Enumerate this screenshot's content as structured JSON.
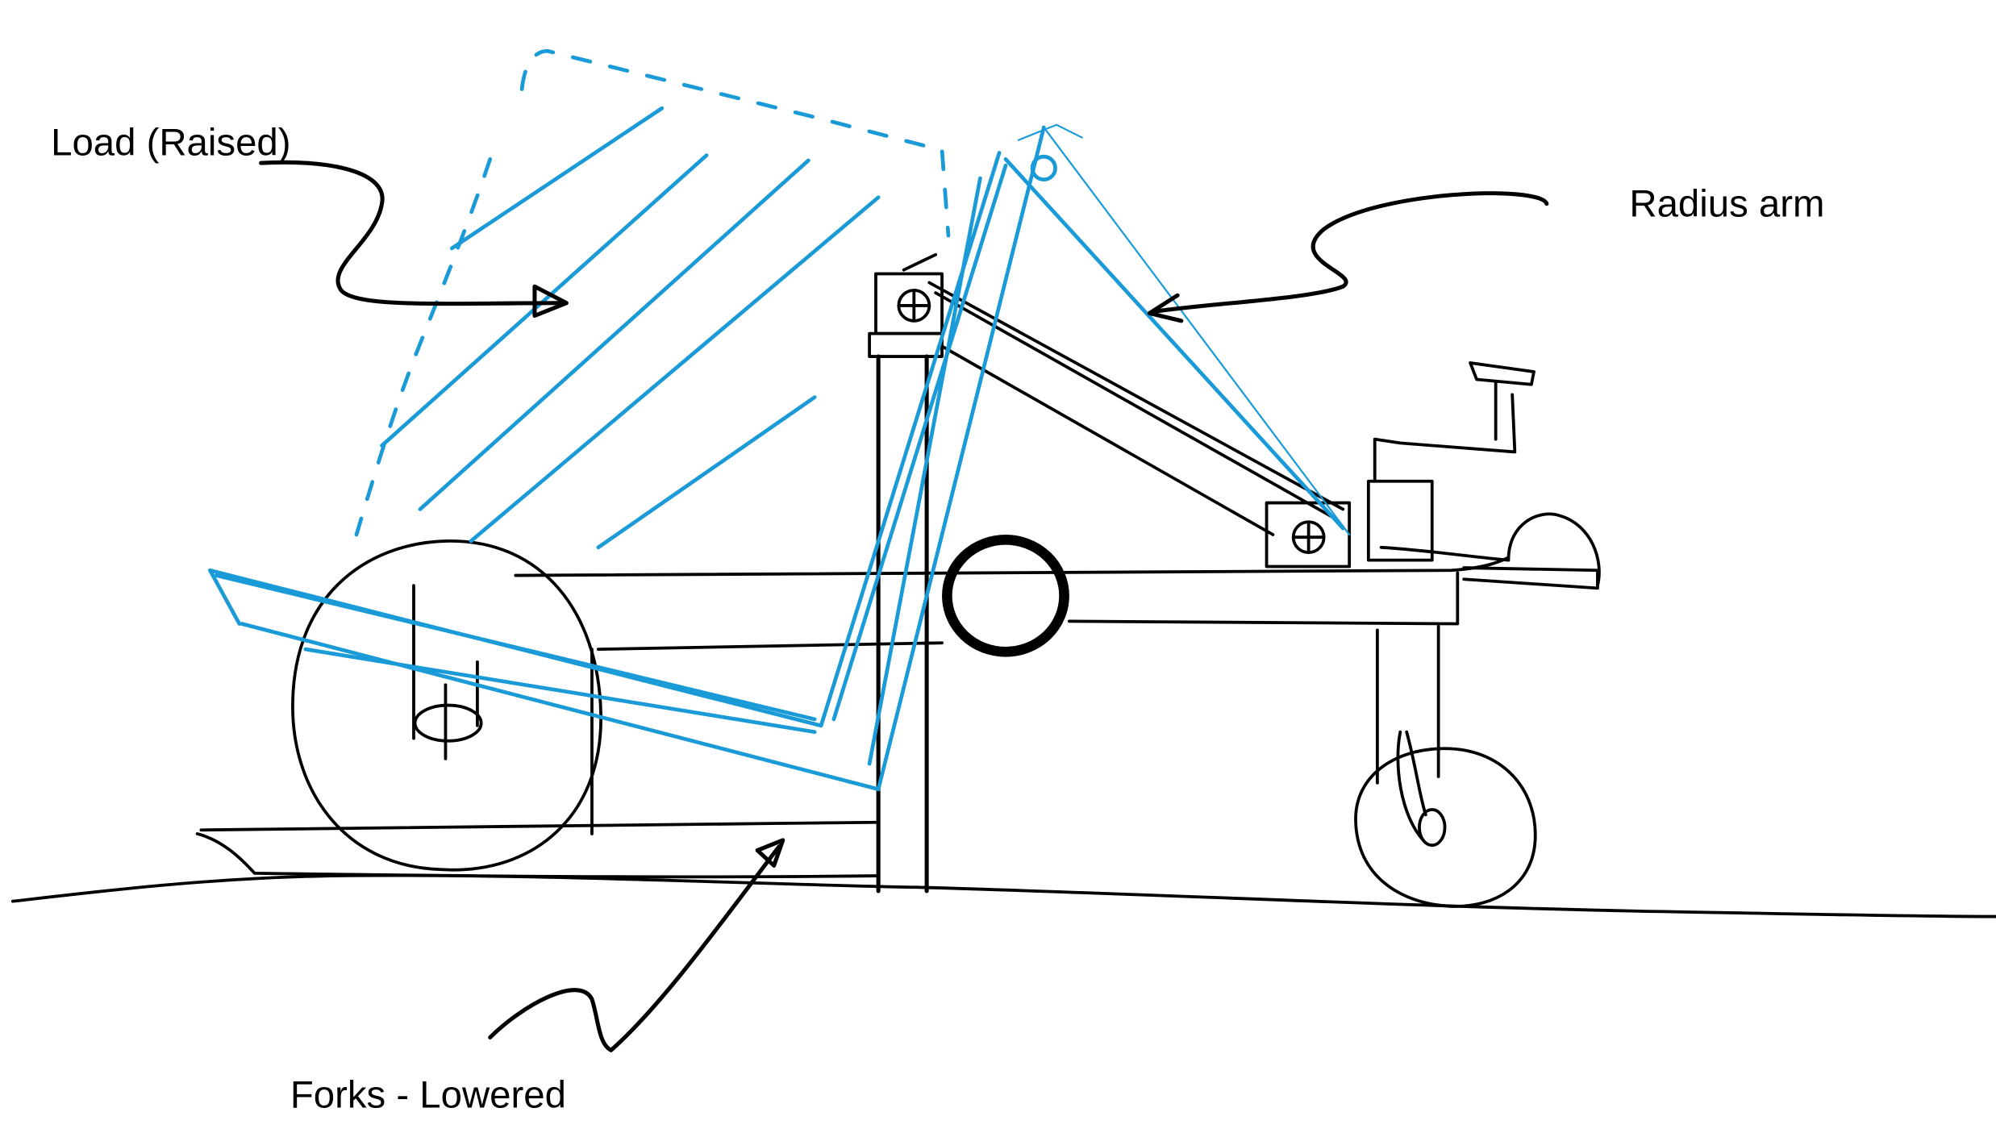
{
  "labels": {
    "load": "Load (Raised)",
    "radius_arm": "Radius arm",
    "forks": "Forks - Lowered"
  },
  "colors": {
    "ink": "#000000",
    "raised_position": "#1a9ad6",
    "background": "#ffffff"
  }
}
